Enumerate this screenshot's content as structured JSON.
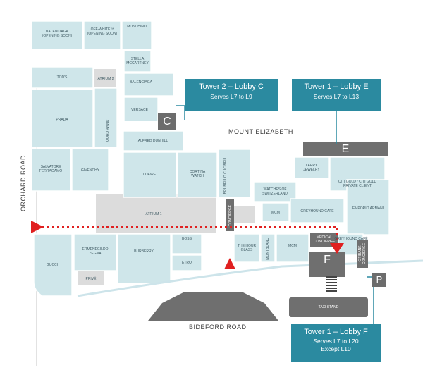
{
  "map": {
    "roads": {
      "orchard": "ORCHARD ROAD",
      "bideford": "BIDEFORD ROAD",
      "mount_elizabeth": "MOUNT ELIZABETH"
    },
    "lobbies": [
      {
        "id": "C",
        "title": "Tower 2 – Lobby C",
        "serves": "Serves L7 to L9",
        "note": ""
      },
      {
        "id": "E",
        "title": "Tower 1 – Lobby E",
        "serves": "Serves L7 to L13",
        "note": ""
      },
      {
        "id": "F",
        "title": "Tower 1 – Lobby F",
        "serves": "Serves L7 to L20",
        "note": "Except L10"
      }
    ],
    "markers": {
      "c": "C",
      "e": "E",
      "f": "F",
      "parking": "P"
    },
    "stores": {
      "balenciaga_soon": [
        "BALENCIAGA",
        "(OPENING SOON)"
      ],
      "offwhite": [
        "OFF-WHITE™",
        "(OPENING SOON)"
      ],
      "moschino": "MOSCHINO",
      "stella": [
        "STELLA",
        "MCCARTNEY"
      ],
      "balenciaga": "BALENCIAGA",
      "versace": "VERSACE",
      "tods": "TOD'S",
      "atrium2": "ATRIUM 2",
      "prada": "PRADA",
      "jimmy_choo": "JIMMY CHOO",
      "alfred_dunhill": "ALFRED DUNHILL",
      "salvatore": [
        "SALVATORE",
        "FERRAGAMO"
      ],
      "givenchy": "GIVENCHY",
      "loewe": "LOEWE",
      "cortina": [
        "CORTINA",
        "WATCH"
      ],
      "brunello": "BRUNELLO CUCINELLI",
      "larry": [
        "LARRY",
        "JEWELRY"
      ],
      "citigold": [
        "CITI GOLD / CITI GOLD",
        "PRIVATE CLIENT"
      ],
      "watches_switzerland": [
        "WATCHES OF",
        "SWITZERLAND"
      ],
      "emporio": "EMPORIO ARMANI",
      "atrium1": "ATRIUM 1",
      "mcm_top": "MCM",
      "greyhound_cafe_top": "GREYHOUND CAFÉ",
      "concierge": "CONCIERGE",
      "medical_concierge": [
        "MEDICAL",
        "CONCIERGE"
      ],
      "greyhound_cafe": "GREYHOUND CAFÉ",
      "citibank_concierge": [
        "CITIBANK",
        "CONCIERGE"
      ],
      "gucci": "GUCCI",
      "ermenegildo": [
        "ERMENEGILDO",
        "ZEGNA"
      ],
      "burberry": "BURBERRY",
      "boss": "BOSS",
      "etro": "ETRO",
      "hour_glass": [
        "THE HOUR",
        "GLASS"
      ],
      "montblanc": "MONTBLANC",
      "mcm": "MCM",
      "prive": "PRIVÉ",
      "taxi_stand": "TAXI STAND"
    },
    "colors": {
      "shop": "#cfe6ea",
      "lobby": "#2b8aa0",
      "route": "#e02020",
      "marker": "#6c6c6c",
      "grey_block": "#dcdcdc"
    }
  }
}
